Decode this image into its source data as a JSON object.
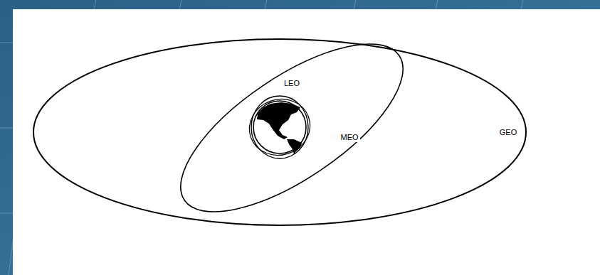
{
  "diagram": {
    "labels": [
      "LEO",
      "MEO",
      "GEO"
    ]
  }
}
